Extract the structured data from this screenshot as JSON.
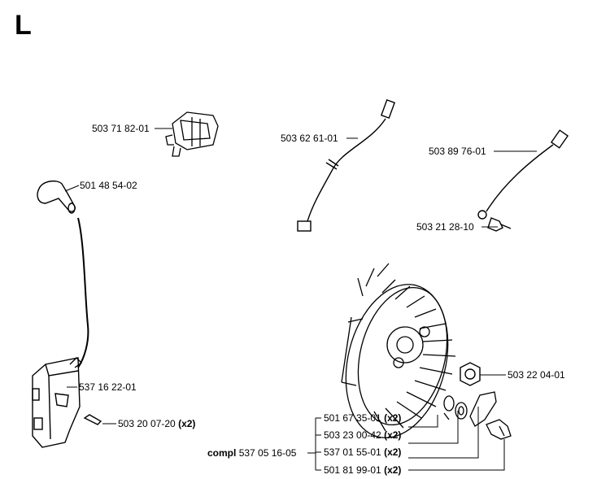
{
  "page_letter": "L",
  "parts": {
    "switch": {
      "number": "503 71 82-01"
    },
    "plug_cap": {
      "number": "501 48 54-02"
    },
    "short_wire": {
      "number": "503 62 61-01"
    },
    "ground_wire": {
      "number": "503 89 76-01"
    },
    "ground_screw": {
      "number": "503 21 28-10"
    },
    "ignition_module": {
      "number": "537 16 22-01"
    },
    "module_screw": {
      "number": "503 20 07-20",
      "qty": "(x2)"
    },
    "flywheel_nut": {
      "number": "503 22 04-01"
    },
    "starter_kit": {
      "prefix": "compl",
      "number": "537 05 16-05",
      "items": [
        {
          "number": "501 67 35-01",
          "qty": "(x2)"
        },
        {
          "number": "503 23 00-42",
          "qty": "(x2)"
        },
        {
          "number": "537 01 55-01",
          "qty": "(x2)"
        },
        {
          "number": "501 81 99-01",
          "qty": "(x2)"
        }
      ]
    }
  }
}
